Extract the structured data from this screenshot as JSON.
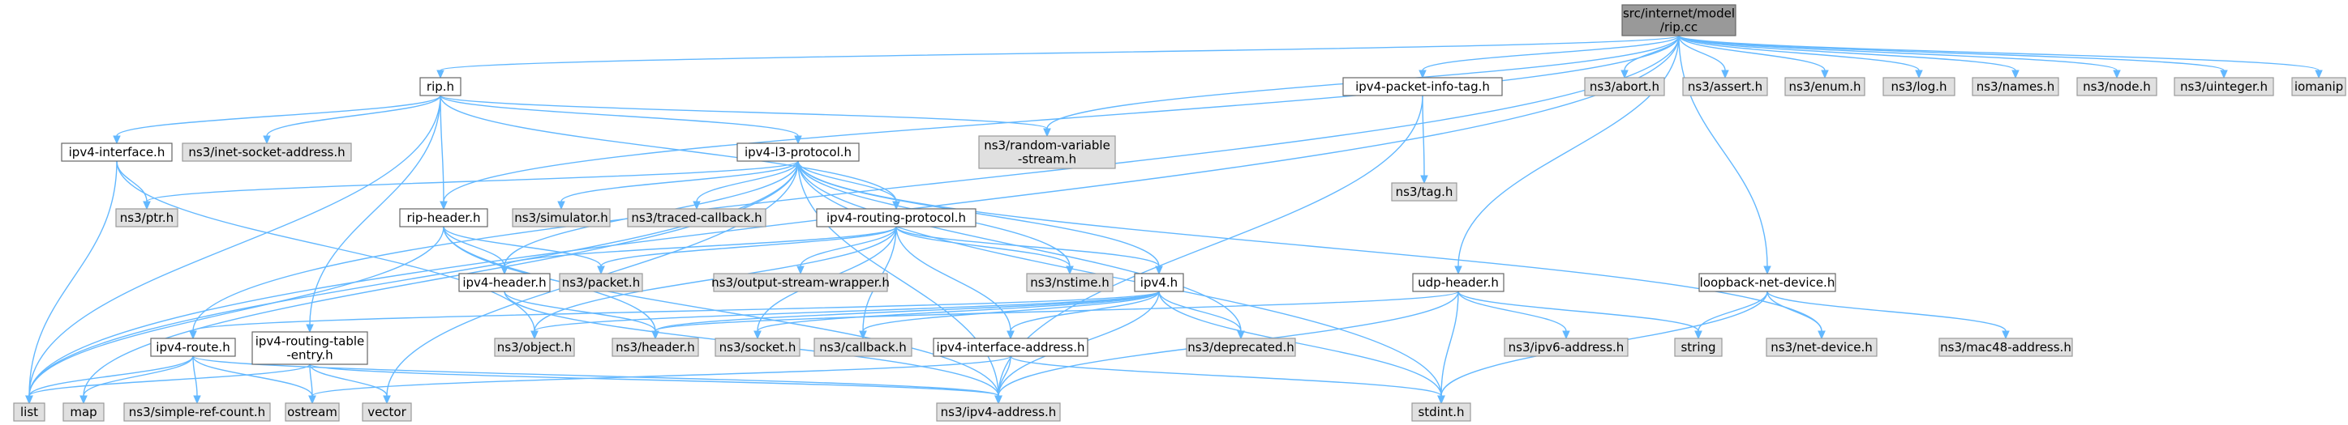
{
  "graph": {
    "nodes": [
      {
        "id": "rip_cc",
        "label": [
          "src/internet/model",
          "/rip.cc"
        ],
        "kind": "main"
      },
      {
        "id": "rip_h",
        "label": [
          "rip.h"
        ],
        "kind": "proj"
      },
      {
        "id": "ipv4_packet_info_tag_h",
        "label": [
          "ipv4-packet-info-tag.h"
        ],
        "kind": "proj"
      },
      {
        "id": "ns3_abort_h",
        "label": [
          "ns3/abort.h"
        ],
        "kind": "ext"
      },
      {
        "id": "ns3_assert_h",
        "label": [
          "ns3/assert.h"
        ],
        "kind": "ext"
      },
      {
        "id": "ns3_enum_h",
        "label": [
          "ns3/enum.h"
        ],
        "kind": "ext"
      },
      {
        "id": "ns3_log_h",
        "label": [
          "ns3/log.h"
        ],
        "kind": "ext"
      },
      {
        "id": "ns3_names_h",
        "label": [
          "ns3/names.h"
        ],
        "kind": "ext"
      },
      {
        "id": "ns3_node_h",
        "label": [
          "ns3/node.h"
        ],
        "kind": "ext"
      },
      {
        "id": "ns3_uinteger_h",
        "label": [
          "ns3/uinteger.h"
        ],
        "kind": "ext"
      },
      {
        "id": "iomanip",
        "label": [
          "iomanip"
        ],
        "kind": "ext"
      },
      {
        "id": "ipv4_interface_h",
        "label": [
          "ipv4-interface.h"
        ],
        "kind": "proj"
      },
      {
        "id": "ns3_inet_socket_address_h",
        "label": [
          "ns3/inet-socket-address.h"
        ],
        "kind": "ext"
      },
      {
        "id": "ipv4_l3_protocol_h",
        "label": [
          "ipv4-l3-protocol.h"
        ],
        "kind": "proj"
      },
      {
        "id": "ns3_random_variable_stream_h",
        "label": [
          "ns3/random-variable",
          "-stream.h"
        ],
        "kind": "ext"
      },
      {
        "id": "ns3_tag_h",
        "label": [
          "ns3/tag.h"
        ],
        "kind": "ext"
      },
      {
        "id": "ns3_ptr_h",
        "label": [
          "ns3/ptr.h"
        ],
        "kind": "ext"
      },
      {
        "id": "rip_header_h",
        "label": [
          "rip-header.h"
        ],
        "kind": "proj"
      },
      {
        "id": "ns3_simulator_h",
        "label": [
          "ns3/simulator.h"
        ],
        "kind": "ext"
      },
      {
        "id": "ns3_traced_callback_h",
        "label": [
          "ns3/traced-callback.h"
        ],
        "kind": "ext"
      },
      {
        "id": "ipv4_routing_protocol_h",
        "label": [
          "ipv4-routing-protocol.h"
        ],
        "kind": "proj"
      },
      {
        "id": "udp_header_h",
        "label": [
          "udp-header.h"
        ],
        "kind": "proj"
      },
      {
        "id": "loopback_net_device_h",
        "label": [
          "loopback-net-device.h"
        ],
        "kind": "proj"
      },
      {
        "id": "ipv4_header_h",
        "label": [
          "ipv4-header.h"
        ],
        "kind": "proj"
      },
      {
        "id": "ns3_packet_h",
        "label": [
          "ns3/packet.h"
        ],
        "kind": "ext"
      },
      {
        "id": "ns3_output_stream_wrapper_h",
        "label": [
          "ns3/output-stream-wrapper.h"
        ],
        "kind": "ext"
      },
      {
        "id": "ns3_nstime_h",
        "label": [
          "ns3/nstime.h"
        ],
        "kind": "ext"
      },
      {
        "id": "ipv4_h",
        "label": [
          "ipv4.h"
        ],
        "kind": "proj"
      },
      {
        "id": "ipv4_route_h",
        "label": [
          "ipv4-route.h"
        ],
        "kind": "proj"
      },
      {
        "id": "ipv4_routing_table_entry_h",
        "label": [
          "ipv4-routing-table",
          "-entry.h"
        ],
        "kind": "proj"
      },
      {
        "id": "ns3_object_h",
        "label": [
          "ns3/object.h"
        ],
        "kind": "ext"
      },
      {
        "id": "ns3_header_h",
        "label": [
          "ns3/header.h"
        ],
        "kind": "ext"
      },
      {
        "id": "ns3_socket_h",
        "label": [
          "ns3/socket.h"
        ],
        "kind": "ext"
      },
      {
        "id": "ns3_callback_h",
        "label": [
          "ns3/callback.h"
        ],
        "kind": "ext"
      },
      {
        "id": "ipv4_interface_address_h",
        "label": [
          "ipv4-interface-address.h"
        ],
        "kind": "proj"
      },
      {
        "id": "ns3_deprecated_h",
        "label": [
          "ns3/deprecated.h"
        ],
        "kind": "ext"
      },
      {
        "id": "ns3_ipv6_address_h",
        "label": [
          "ns3/ipv6-address.h"
        ],
        "kind": "ext"
      },
      {
        "id": "string",
        "label": [
          "string"
        ],
        "kind": "ext"
      },
      {
        "id": "ns3_net_device_h",
        "label": [
          "ns3/net-device.h"
        ],
        "kind": "ext"
      },
      {
        "id": "ns3_mac48_address_h",
        "label": [
          "ns3/mac48-address.h"
        ],
        "kind": "ext"
      },
      {
        "id": "list",
        "label": [
          "list"
        ],
        "kind": "ext"
      },
      {
        "id": "map",
        "label": [
          "map"
        ],
        "kind": "ext"
      },
      {
        "id": "ns3_simple_ref_count_h",
        "label": [
          "ns3/simple-ref-count.h"
        ],
        "kind": "ext"
      },
      {
        "id": "ostream",
        "label": [
          "ostream"
        ],
        "kind": "ext"
      },
      {
        "id": "vector",
        "label": [
          "vector"
        ],
        "kind": "ext"
      },
      {
        "id": "ns3_ipv4_address_h",
        "label": [
          "ns3/ipv4-address.h"
        ],
        "kind": "ext"
      },
      {
        "id": "stdint_h",
        "label": [
          "stdint.h"
        ],
        "kind": "ext"
      }
    ],
    "edges": [
      [
        "rip_cc",
        "rip_h"
      ],
      [
        "rip_cc",
        "ipv4_packet_info_tag_h"
      ],
      [
        "rip_cc",
        "ns3_abort_h"
      ],
      [
        "rip_cc",
        "ns3_assert_h"
      ],
      [
        "rip_cc",
        "ns3_enum_h"
      ],
      [
        "rip_cc",
        "ns3_log_h"
      ],
      [
        "rip_cc",
        "ns3_names_h"
      ],
      [
        "rip_cc",
        "ns3_node_h"
      ],
      [
        "rip_cc",
        "ns3_uinteger_h"
      ],
      [
        "rip_cc",
        "iomanip"
      ],
      [
        "rip_cc",
        "list"
      ],
      [
        "rip_cc",
        "ipv4_route_h"
      ],
      [
        "rip_cc",
        "ns3_random_variable_stream_h"
      ],
      [
        "rip_cc",
        "rip_header_h"
      ],
      [
        "rip_cc",
        "udp_header_h"
      ],
      [
        "rip_cc",
        "loopback_net_device_h"
      ],
      [
        "rip_h",
        "ipv4_interface_h"
      ],
      [
        "rip_h",
        "ns3_inet_socket_address_h"
      ],
      [
        "rip_h",
        "ipv4_l3_protocol_h"
      ],
      [
        "rip_h",
        "ns3_random_variable_stream_h"
      ],
      [
        "rip_h",
        "rip_header_h"
      ],
      [
        "rip_h",
        "ipv4_routing_protocol_h"
      ],
      [
        "rip_h",
        "ipv4_routing_table_entry_h"
      ],
      [
        "rip_h",
        "list"
      ],
      [
        "ipv4_interface_h",
        "ns3_ptr_h"
      ],
      [
        "ipv4_interface_h",
        "ns3_object_h"
      ],
      [
        "ipv4_interface_h",
        "list"
      ],
      [
        "ipv4_l3_protocol_h",
        "ns3_ptr_h"
      ],
      [
        "ipv4_l3_protocol_h",
        "ns3_simulator_h"
      ],
      [
        "ipv4_l3_protocol_h",
        "ns3_traced_callback_h"
      ],
      [
        "ipv4_l3_protocol_h",
        "ipv4_routing_protocol_h"
      ],
      [
        "ipv4_l3_protocol_h",
        "ipv4_header_h"
      ],
      [
        "ipv4_l3_protocol_h",
        "ns3_nstime_h"
      ],
      [
        "ipv4_l3_protocol_h",
        "ipv4_h"
      ],
      [
        "ipv4_l3_protocol_h",
        "ns3_deprecated_h"
      ],
      [
        "ipv4_l3_protocol_h",
        "ns3_ipv4_address_h"
      ],
      [
        "ipv4_l3_protocol_h",
        "stdint_h"
      ],
      [
        "ipv4_l3_protocol_h",
        "ns3_net_device_h"
      ],
      [
        "ipv4_l3_protocol_h",
        "list"
      ],
      [
        "ipv4_l3_protocol_h",
        "map"
      ],
      [
        "ipv4_l3_protocol_h",
        "vector"
      ],
      [
        "ipv4_packet_info_tag_h",
        "ns3_tag_h"
      ],
      [
        "ipv4_packet_info_tag_h",
        "ns3_ipv4_address_h"
      ],
      [
        "rip_header_h",
        "ipv4_header_h"
      ],
      [
        "rip_header_h",
        "ns3_packet_h"
      ],
      [
        "rip_header_h",
        "ns3_header_h"
      ],
      [
        "rip_header_h",
        "ns3_ipv4_address_h"
      ],
      [
        "rip_header_h",
        "list"
      ],
      [
        "ipv4_routing_protocol_h",
        "ipv4_header_h"
      ],
      [
        "ipv4_routing_protocol_h",
        "ns3_packet_h"
      ],
      [
        "ipv4_routing_protocol_h",
        "ns3_output_stream_wrapper_h"
      ],
      [
        "ipv4_routing_protocol_h",
        "ns3_nstime_h"
      ],
      [
        "ipv4_routing_protocol_h",
        "ipv4_h"
      ],
      [
        "ipv4_routing_protocol_h",
        "ns3_object_h"
      ],
      [
        "ipv4_routing_protocol_h",
        "ns3_socket_h"
      ],
      [
        "ipv4_routing_protocol_h",
        "ns3_callback_h"
      ],
      [
        "ipv4_routing_protocol_h",
        "ipv4_interface_address_h"
      ],
      [
        "ipv4_header_h",
        "ns3_header_h"
      ],
      [
        "ipv4_header_h",
        "ns3_ipv4_address_h"
      ],
      [
        "ipv4_h",
        "ipv4_route_h"
      ],
      [
        "ipv4_h",
        "ns3_object_h"
      ],
      [
        "ipv4_h",
        "ns3_header_h"
      ],
      [
        "ipv4_h",
        "ns3_socket_h"
      ],
      [
        "ipv4_h",
        "ns3_callback_h"
      ],
      [
        "ipv4_h",
        "ipv4_interface_address_h"
      ],
      [
        "ipv4_h",
        "ns3_deprecated_h"
      ],
      [
        "ipv4_h",
        "ns3_ipv4_address_h"
      ],
      [
        "ipv4_h",
        "stdint_h"
      ],
      [
        "udp_header_h",
        "ns3_header_h"
      ],
      [
        "udp_header_h",
        "ns3_ipv6_address_h"
      ],
      [
        "udp_header_h",
        "string"
      ],
      [
        "udp_header_h",
        "ns3_ipv4_address_h"
      ],
      [
        "udp_header_h",
        "stdint_h"
      ],
      [
        "loopback_net_device_h",
        "string"
      ],
      [
        "loopback_net_device_h",
        "ns3_net_device_h"
      ],
      [
        "loopback_net_device_h",
        "ns3_mac48_address_h"
      ],
      [
        "loopback_net_device_h",
        "stdint_h"
      ],
      [
        "ipv4_route_h",
        "list"
      ],
      [
        "ipv4_route_h",
        "map"
      ],
      [
        "ipv4_route_h",
        "ns3_simple_ref_count_h"
      ],
      [
        "ipv4_route_h",
        "ostream"
      ],
      [
        "ipv4_route_h",
        "ns3_ipv4_address_h"
      ],
      [
        "ipv4_routing_table_entry_h",
        "list"
      ],
      [
        "ipv4_routing_table_entry_h",
        "ostream"
      ],
      [
        "ipv4_routing_table_entry_h",
        "vector"
      ],
      [
        "ipv4_routing_table_entry_h",
        "ns3_ipv4_address_h"
      ],
      [
        "ipv4_interface_address_h",
        "ostream"
      ],
      [
        "ipv4_interface_address_h",
        "ns3_ipv4_address_h"
      ],
      [
        "ipv4_interface_address_h",
        "stdint_h"
      ]
    ],
    "colors": {
      "edge": "#63b8ff",
      "main_fill": "#999999",
      "project_fill": "#ffffff",
      "external_fill": "#e0e0e0",
      "border": "#666666"
    }
  }
}
